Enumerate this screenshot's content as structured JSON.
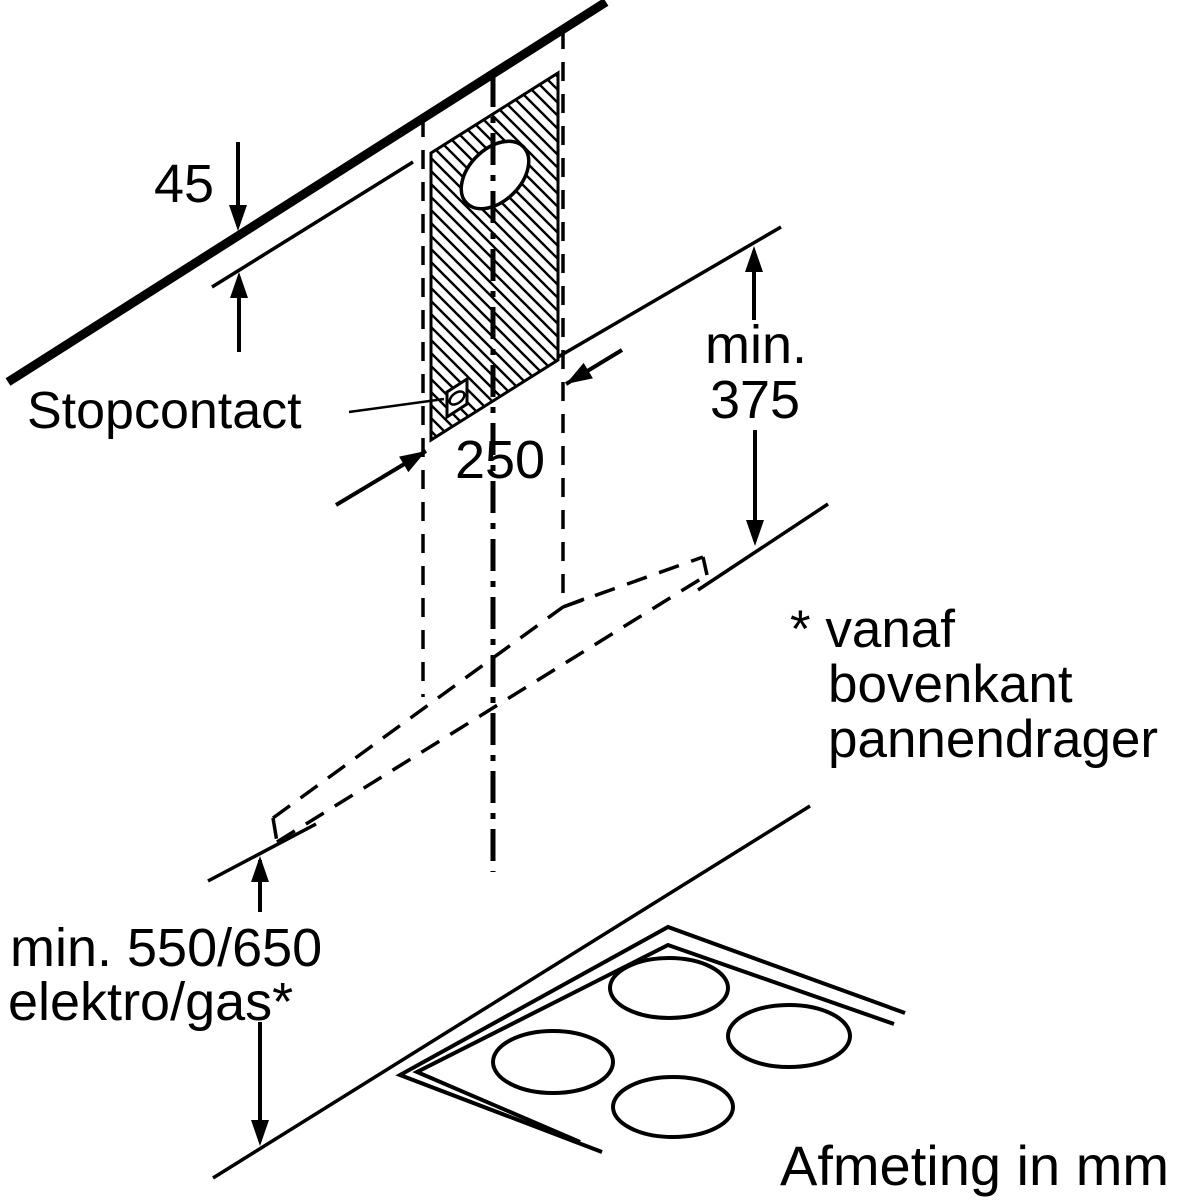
{
  "page": {
    "background": "#ffffff",
    "line_color": "#000000",
    "description": "Installation dimension diagram for a wall-mounted cooker hood"
  },
  "labels": {
    "ceiling_gap": "45",
    "outlet": "Stopcontact",
    "bracket_width": "250",
    "chimney_clearance_prefix": "min.",
    "chimney_clearance_value": "375",
    "hob_clearance_value": "min. 550/650",
    "hob_clearance_qualifier": "elektro/gas*",
    "footnote_line1": "* vanaf",
    "footnote_line2": "bovenkant",
    "footnote_line3": "pannendrager",
    "units_note": "Afmeting in mm"
  }
}
